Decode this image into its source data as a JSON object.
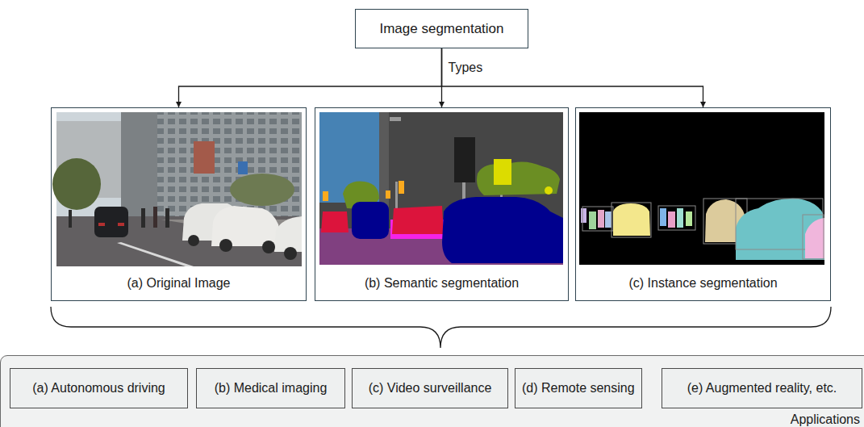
{
  "diagram": {
    "nodes": [
      {
        "text": [
          "Image segmentation"
        ]
      },
      {
        "text": [
          "(a) Original Image"
        ]
      },
      {
        "text": [
          "(b) Semantic segmentation"
        ]
      },
      {
        "text": [
          "(c) Instance segmentation"
        ]
      },
      {
        "text": [
          "Applications"
        ]
      },
      {
        "text": [
          "(a) Autonomous driving"
        ],
        "in": 4
      },
      {
        "text": [
          "(b) Medical imaging"
        ],
        "in": 4
      },
      {
        "text": [
          "(c) Video surveillance"
        ],
        "in": 4
      },
      {
        "text": [
          "(d) Remote sensing"
        ],
        "in": 4
      },
      {
        "text": [
          "(e) Augmented reality, etc."
        ],
        "in": 4
      }
    ],
    "edges": [
      {
        "from": 0,
        "to": 1,
        "arrow": "to"
      },
      {
        "from": 0,
        "to": 2,
        "arrow": "to",
        "label": "Types"
      },
      {
        "from": 0,
        "to": 3,
        "arrow": "to"
      }
    ]
  }
}
